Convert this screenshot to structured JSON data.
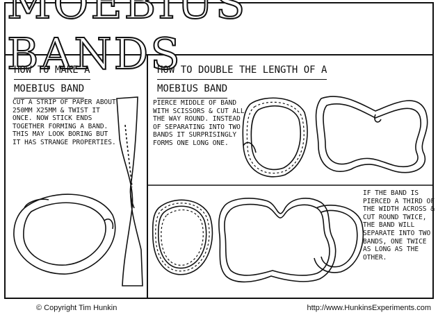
{
  "title": "MOEBIUS BANDS",
  "left_panel": {
    "heading_line1": "HOW TO MAKE A",
    "heading_line2": "MOEBIUS BAND",
    "text": "CUT A STRIP OF PAPER ABOUT 250mm x25mm & TWIST IT ONCE. NOW STICK ENDS TOGETHER FORMING A BAND. THIS MAY LOOK BORING BUT IT HAS STRANGE PROPERTIES."
  },
  "right_panel": {
    "heading_line1": "HOW TO DOUBLE THE LENGTH OF A",
    "heading_line2": "MOEBIUS BAND",
    "text_top": "PIERCE MIDDLE OF BAND WITH SCISSORS & CUT ALL THE WAY ROUND. INSTEAD OF SEPARATING INTO TWO BANDS IT SURPRISINGLY FORMS ONE LONG ONE.",
    "text_bottom": "IF THE BAND IS PIERCED A THIRD OF THE WIDTH ACROSS & CUT ROUND TWICE, THE BAND WILL SEPARATE INTO TWO BANDS, ONE TWICE AS LONG AS THE OTHER."
  },
  "footer": {
    "copyright": "© Copyright Tim Hunkin",
    "url": "http://www.HunkinsExperiments.com"
  }
}
